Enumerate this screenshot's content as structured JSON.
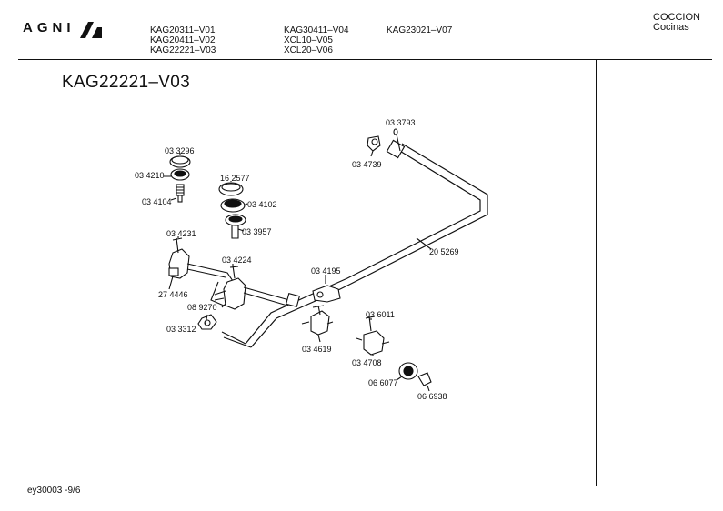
{
  "header": {
    "brand": "AGNI",
    "models": [
      "KAG20311–V01",
      "KAG20411–V02",
      "KAG22221–V03",
      "KAG30411–V04",
      "XCL10–V05",
      "XCL20–V06",
      "KAG23021–V07"
    ],
    "category": [
      "COCCION",
      "Cocinas"
    ]
  },
  "diagram": {
    "title": "KAG22221–V03",
    "part_numbers": [
      "03 3296",
      "03 4210",
      "03 4104",
      "16 2577",
      "03 4102",
      "03 3957",
      "03 4231",
      "03 4224",
      "27 4446",
      "08 9270",
      "03 3312",
      "03 3793",
      "03 4739",
      "20 5269",
      "03 4195",
      "03 6011",
      "03 4619",
      "03 4708",
      "06 6077",
      "06 6938"
    ]
  },
  "footer": {
    "code": "ey30003  -9/6"
  },
  "colors": {
    "ink": "#111111",
    "background": "#ffffff"
  }
}
